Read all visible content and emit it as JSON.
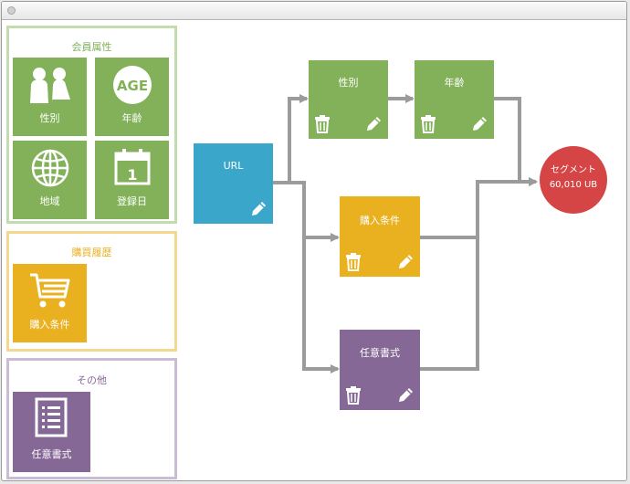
{
  "colors": {
    "green": "#82b15a",
    "orange": "#e9b11f",
    "purple": "#866897",
    "blue": "#3aa6c9",
    "red": "#d54545",
    "connector": "#9b9b9b",
    "panel_green": "#c3dcae",
    "panel_orange": "#f3d88e",
    "panel_purple": "#c9bcd4"
  },
  "sidebar": {
    "member_panel": {
      "title": "会員属性",
      "tiles": [
        {
          "label": "性別",
          "icon": "people-icon"
        },
        {
          "label": "年齢",
          "icon": "age-badge-icon",
          "icon_text": "AGE"
        },
        {
          "label": "地域",
          "icon": "globe-icon"
        },
        {
          "label": "登録日",
          "icon": "calendar-icon",
          "icon_text": "1"
        }
      ]
    },
    "purchase_panel": {
      "title": "購買履歴",
      "tiles": [
        {
          "label": "購入条件",
          "icon": "cart-icon"
        }
      ]
    },
    "other_panel": {
      "title": "その他",
      "tiles": [
        {
          "label": "任意書式",
          "icon": "document-list-icon"
        }
      ]
    }
  },
  "flow": {
    "url_node": {
      "label": "URL"
    },
    "gender_node": {
      "label": "性別"
    },
    "age_node": {
      "label": "年齢"
    },
    "purchase_node": {
      "label": "購入条件"
    },
    "custom_node": {
      "label": "任意書式"
    },
    "segment": {
      "label": "セグメント",
      "count": "60,010 UB"
    }
  }
}
